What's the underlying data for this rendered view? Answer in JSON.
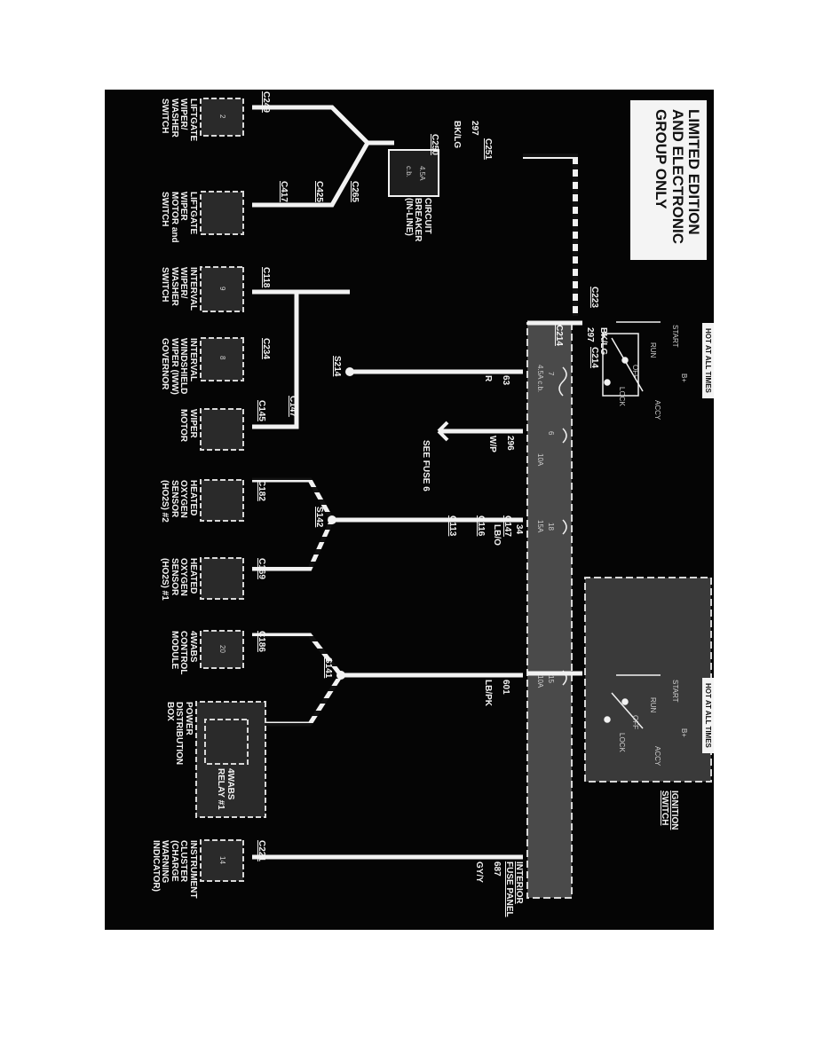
{
  "title": "LIMITED EDITION AND ELECTRONIC GROUP ONLY",
  "hot_at_all_times": [
    "HOT AT ALL TIMES",
    "HOT AT ALL TIMES"
  ],
  "ignition_switch": {
    "label": "IGNITION SWITCH",
    "positions": [
      "START",
      "RUN",
      "OFF",
      "LOCK",
      "ACCY",
      "B+"
    ]
  },
  "interior_fuse_panel": {
    "label": "INTERIOR FUSE PANEL",
    "fuses": [
      {
        "number": "7",
        "rating": "4.5A c.b."
      },
      {
        "number": "6",
        "rating": "10A"
      },
      {
        "number": "18",
        "rating": "15A"
      },
      {
        "number": "15",
        "rating": "10A"
      }
    ]
  },
  "circuit_breaker": {
    "label": "CIRCUIT BREAKER (IN-LINE)",
    "rating": "4.5A",
    "type": "c.b."
  },
  "see_fuse": "SEE FUSE 6",
  "connectors": [
    "C223",
    "C251",
    "C250",
    "C214",
    "C214",
    "C249",
    "C265",
    "C425",
    "C417",
    "C118",
    "C234",
    "C145",
    "C147",
    "C182",
    "C147",
    "C116",
    "C113",
    "C169",
    "C186",
    "C221"
  ],
  "splices": [
    "S214",
    "S142",
    "S141"
  ],
  "wires": [
    {
      "circuit": "297",
      "color": "BK/LG"
    },
    {
      "circuit": "297",
      "color": "BK/LG"
    },
    {
      "circuit": "63",
      "color": "R"
    },
    {
      "circuit": "296",
      "color": "W/P"
    },
    {
      "circuit": "34",
      "color": "LB/O"
    },
    {
      "circuit": "601",
      "color": "LB/PK"
    },
    {
      "circuit": "687",
      "color": "GY/Y"
    }
  ],
  "components": [
    {
      "name": "LIFTGATE WIPER/ WASHER SWITCH",
      "pin": "2"
    },
    {
      "name": "LIFTGATE WIPER MOTOR and SWITCH",
      "pin": ""
    },
    {
      "name": "INTERVAL WIPER/ WASHER SWITCH",
      "pin": "9"
    },
    {
      "name": "INTERVAL WINDSHIELD WIPER (IWW) GOVERNOR",
      "pin": "8"
    },
    {
      "name": "WIPER MOTOR",
      "pin": ""
    },
    {
      "name": "HEATED OXYGEN SENSOR (HO2S) #2",
      "pin": ""
    },
    {
      "name": "HEATED OXYGEN SENSOR (HO2S) #1",
      "pin": ""
    },
    {
      "name": "4WABS CONTROL MODULE",
      "pin": "20"
    },
    {
      "name": "POWER DISTRIBUTION BOX",
      "pin": ""
    },
    {
      "name": "INSTRUMENT CLUSTER (CHARGE WARNING INDICATOR)",
      "pin": "14"
    }
  ],
  "relay": "4WABS RELAY #1",
  "wire_labels": {
    "c63": "63",
    "r": "R",
    "c34": "34",
    "lbo": "LB/O",
    "c601": "601",
    "lbpk": "LB/PK",
    "c297": "297",
    "bklg": "BK/LG",
    "c296": "296",
    "wp": "W/P",
    "c687": "687",
    "gyy": "GY/Y"
  },
  "colors": {
    "background": "#050505",
    "wire": "#f2f2f2",
    "box": "#2a2a2a",
    "fuse_panel": "#4a4a4a"
  }
}
